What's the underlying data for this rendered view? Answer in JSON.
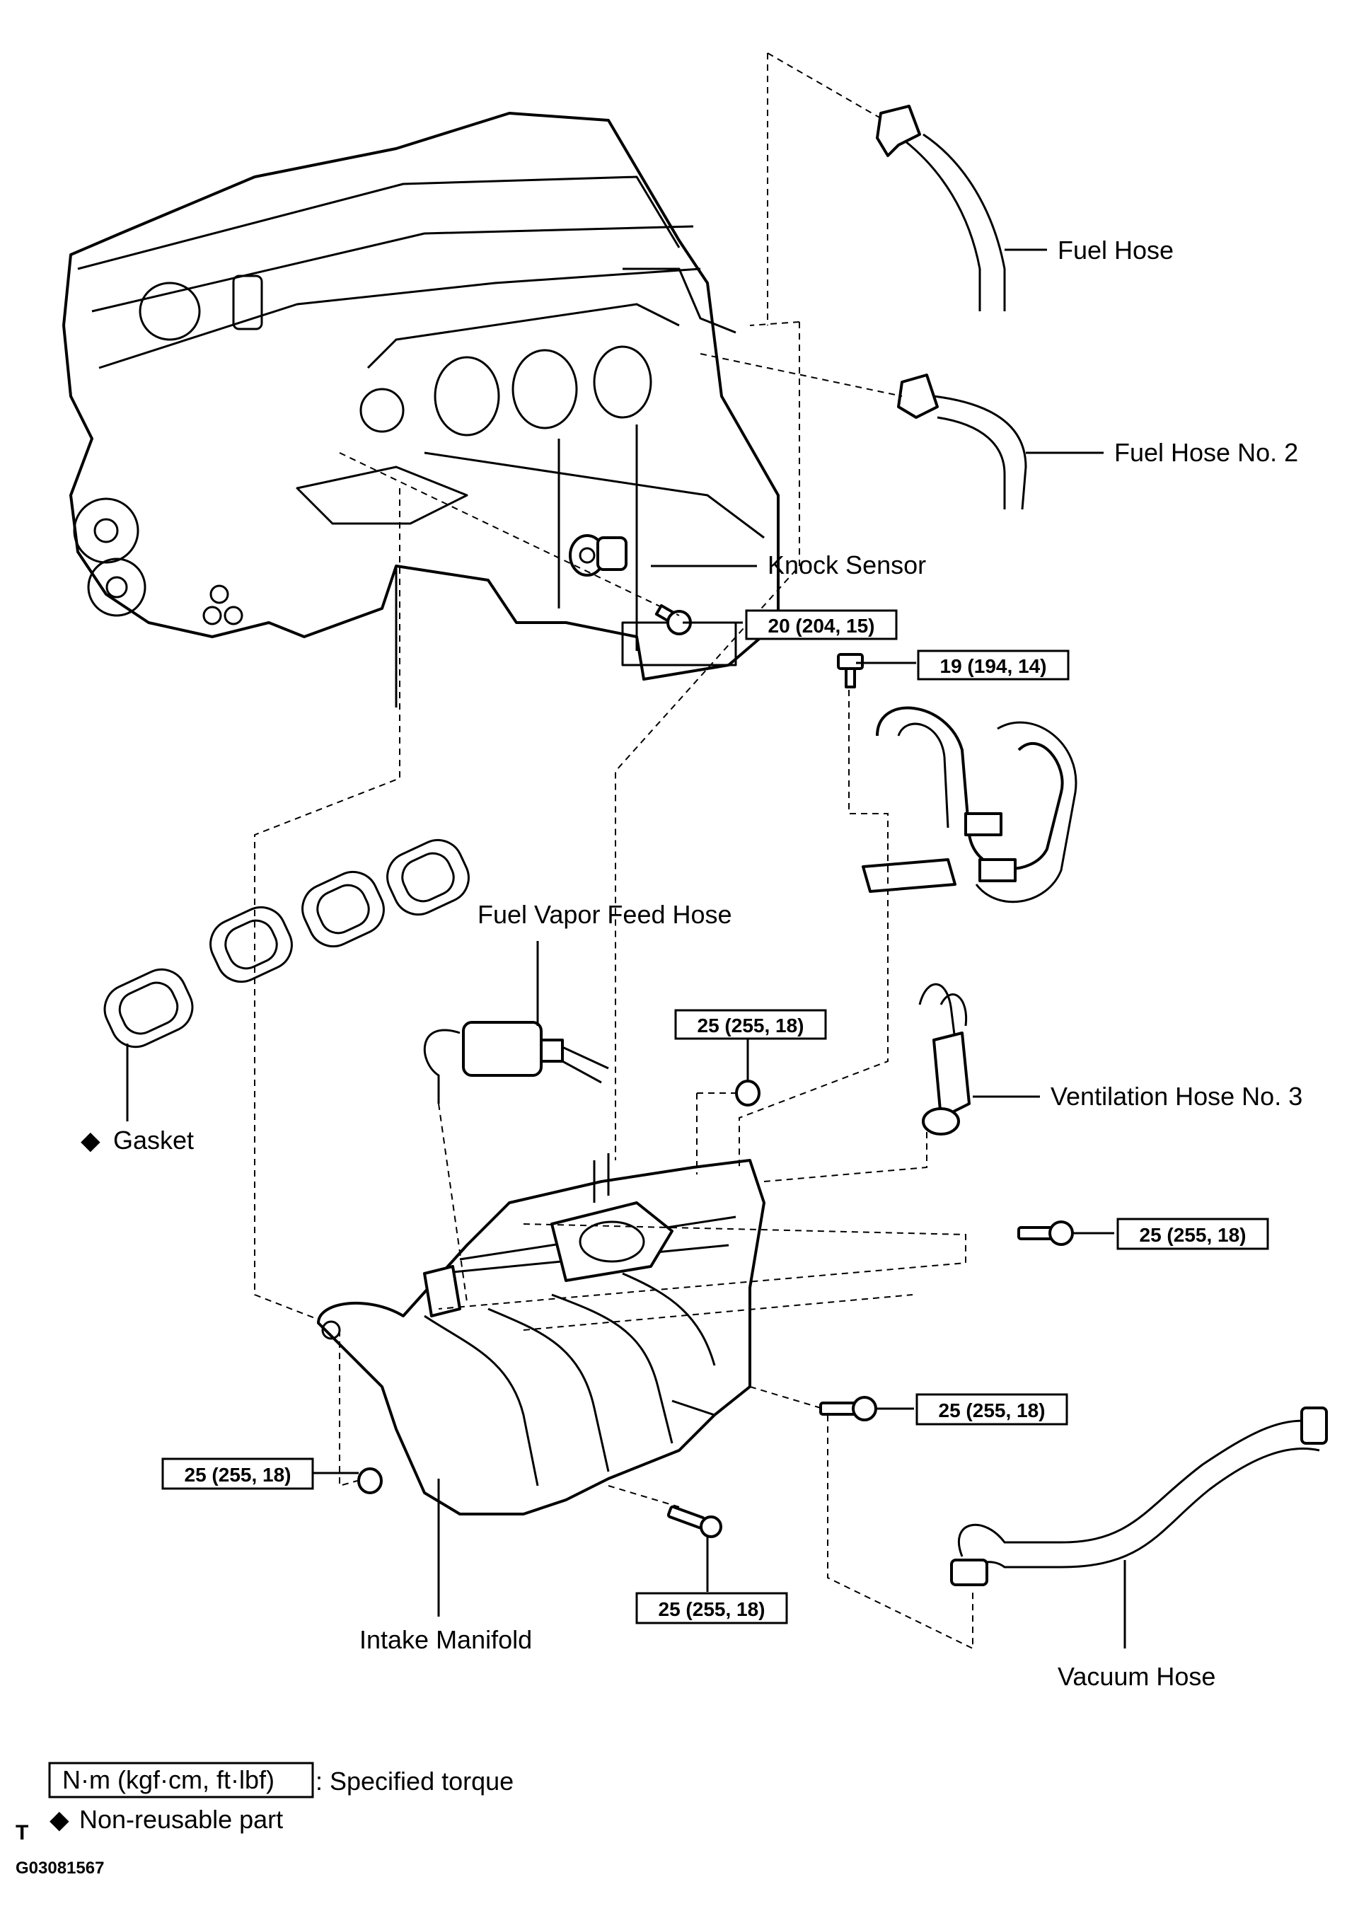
{
  "labels": {
    "fuel_hose": "Fuel Hose",
    "fuel_hose_no2": "Fuel Hose No. 2",
    "knock_sensor": "Knock Sensor",
    "fuel_vapor_feed_hose": "Fuel Vapor Feed Hose",
    "gasket": "Gasket",
    "ventilation_hose_no3": "Ventilation Hose No. 3",
    "intake_manifold": "Intake Manifold",
    "vacuum_hose": "Vacuum Hose"
  },
  "torques": {
    "knock_sensor_bolt": "20 (204, 15)",
    "bracket_bolt": "19 (194, 14)",
    "nut_top": "25 (255, 18)",
    "bolt_right_upper": "25 (255, 18)",
    "bolt_right_lower": "25 (255, 18)",
    "nut_left": "25 (255, 18)",
    "bolt_bottom": "25 (255, 18)"
  },
  "legend": {
    "torque_unit": "N·m (kgf·cm, ft·lbf)",
    "torque_desc": ": Specified torque",
    "nonreusable_symbol": "◆",
    "nonreusable_desc": "Non-reusable part",
    "corner_letter": "T",
    "figure_id": "G03081567"
  },
  "symbols": {
    "gasket_marker": "◆"
  }
}
